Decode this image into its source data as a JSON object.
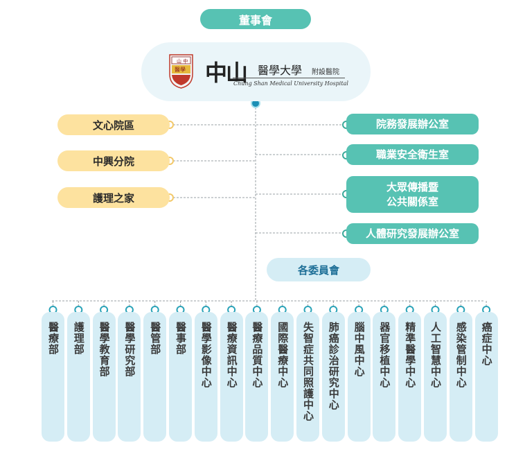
{
  "board": {
    "label": "董事會"
  },
  "logo": {
    "emblem_top": "山 中",
    "emblem_mid": "醫學",
    "name_big": "中山",
    "name_mid": "醫學大學",
    "name_small": "附設醫院",
    "name_en": "Chung Shan Medical University Hospital"
  },
  "left_branches": [
    {
      "label": "文心院區"
    },
    {
      "label": "中興分院"
    },
    {
      "label": "護理之家"
    }
  ],
  "right_offices": [
    {
      "label": "院務發展辦公室"
    },
    {
      "label": "職業安全衛生室"
    },
    {
      "label": "大眾傳播暨公共關係室",
      "line1": "大眾傳播暨",
      "line2": "公共關係室"
    },
    {
      "label": "人體研究發展辦公室"
    }
  ],
  "committees": {
    "label": "各委員會"
  },
  "departments": [
    "醫療部",
    "護理部",
    "醫學教育部",
    "醫學研究部",
    "醫管部",
    "醫事部",
    "醫學影像中心",
    "醫療資訊中心",
    "醫療品質中心",
    "國際醫療中心",
    "失智症共同照護中心",
    "肺癌診治研究中心",
    "腦中風中心",
    "器官移植中心",
    "精準醫學中心",
    "人工智慧中心",
    "感染管制中心",
    "癌症中心"
  ],
  "colors": {
    "teal": "#57c2b3",
    "yellow": "#fde29f",
    "light_blue": "#d5edf5",
    "navy": "#1e6f97",
    "connector": "#9aa0a4"
  }
}
